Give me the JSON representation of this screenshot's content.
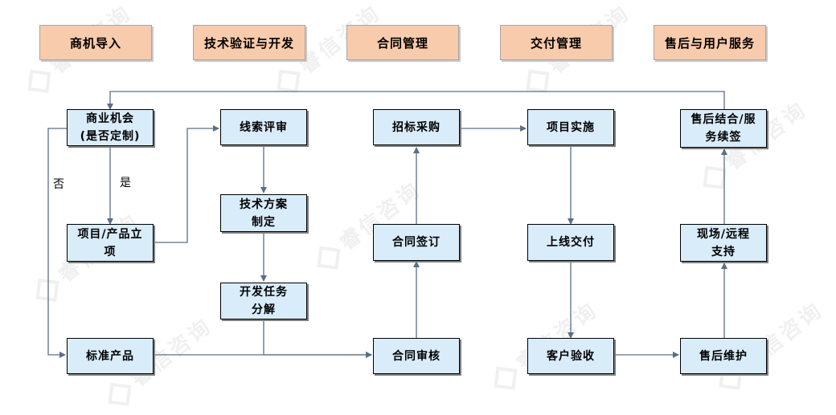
{
  "watermark": "睿信咨询",
  "phases": [
    "商机导入",
    "技术验证与开发",
    "合同管理",
    "交付管理",
    "售后与用户服务"
  ],
  "nodes": {
    "opportunity": [
      "商业机会",
      "(是否定制)"
    ],
    "project": [
      "项目/产品立",
      "项"
    ],
    "standard": [
      "标准产品"
    ],
    "lead_review": [
      "线索评审"
    ],
    "tech_plan": [
      "技术方案",
      "制定"
    ],
    "dev_task": [
      "开发任务",
      "分解"
    ],
    "bidding": [
      "招标采购"
    ],
    "contract_sign": [
      "合同签订"
    ],
    "contract_review": [
      "合同审核"
    ],
    "implementation": [
      "项目实施"
    ],
    "go_live": [
      "上线交付"
    ],
    "acceptance": [
      "客户验收"
    ],
    "renewal": [
      "售后结合/服",
      "务续签"
    ],
    "support": [
      "现场/远程",
      "支持"
    ],
    "maintenance": [
      "售后维护"
    ]
  },
  "edge_labels": {
    "no": "否",
    "yes": "是"
  }
}
